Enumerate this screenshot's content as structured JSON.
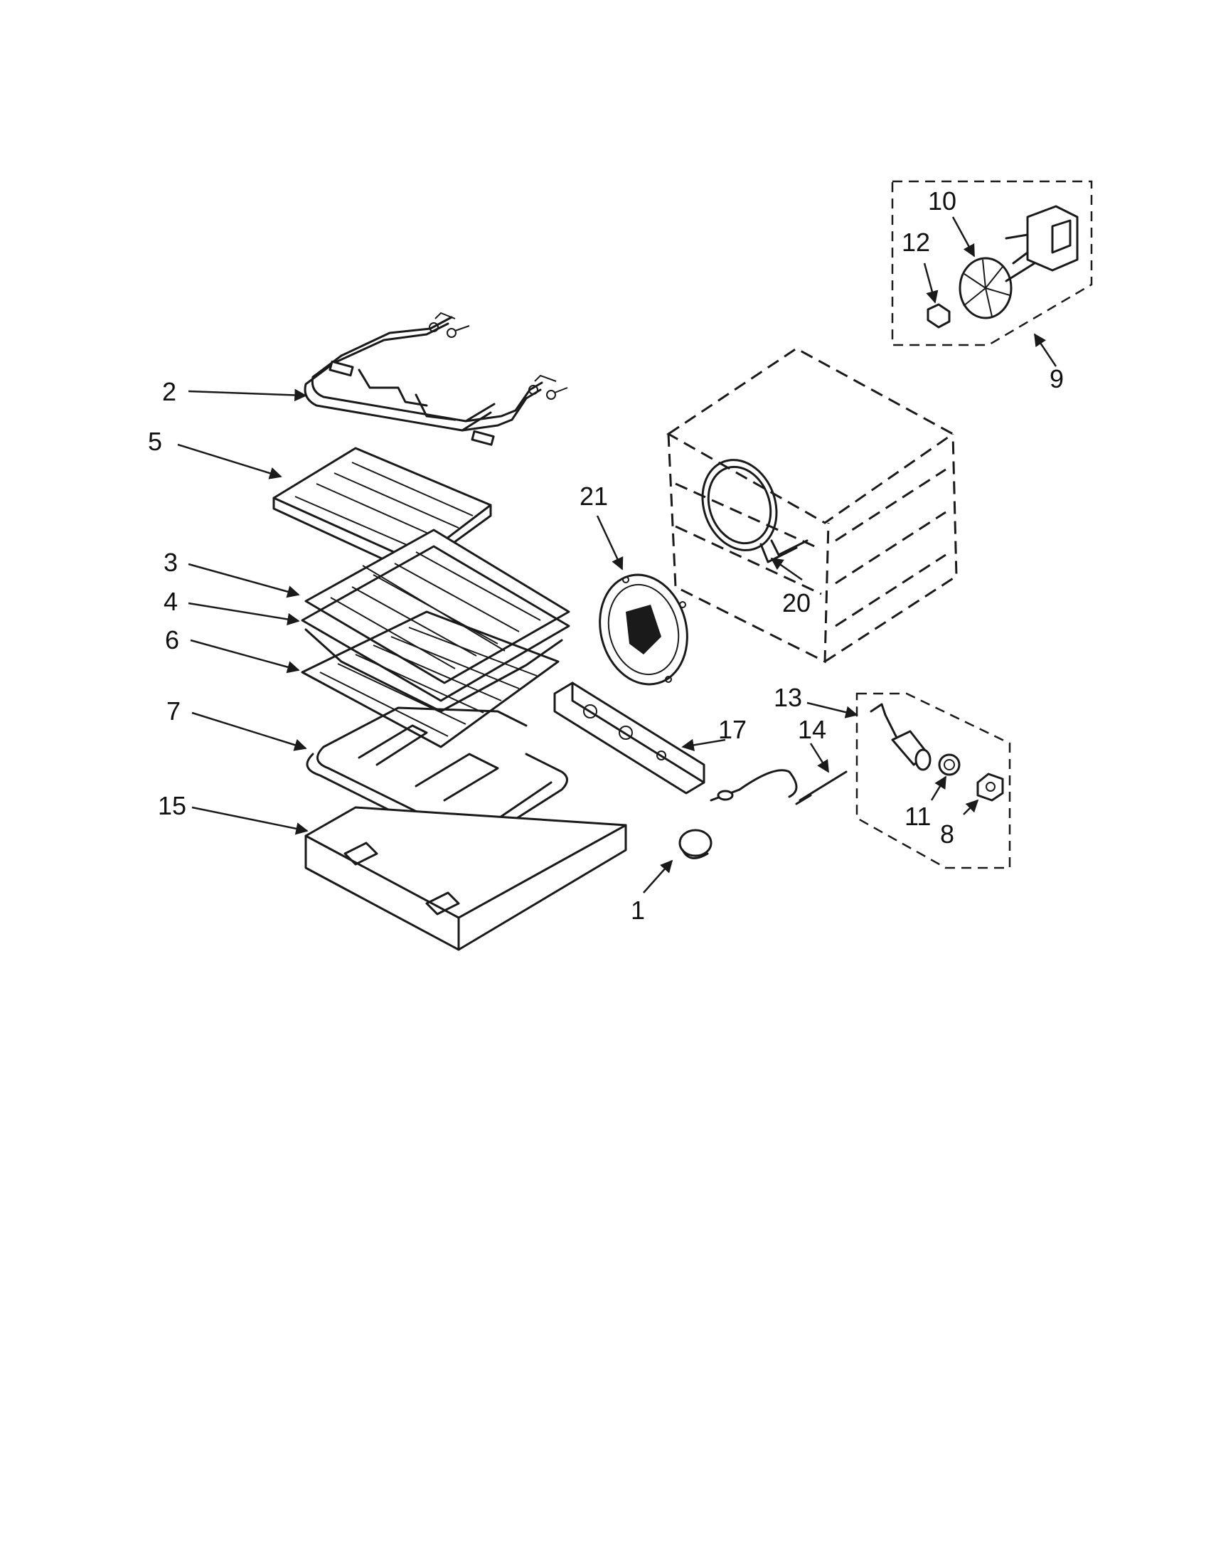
{
  "diagram": {
    "callouts": [
      {
        "key": "c2",
        "text": "2"
      },
      {
        "key": "c5",
        "text": "5"
      },
      {
        "key": "c3",
        "text": "3"
      },
      {
        "key": "c4",
        "text": "4"
      },
      {
        "key": "c6",
        "text": "6"
      },
      {
        "key": "c7",
        "text": "7"
      },
      {
        "key": "c15",
        "text": "15"
      },
      {
        "key": "c21",
        "text": "21"
      },
      {
        "key": "c20",
        "text": "20"
      },
      {
        "key": "c17",
        "text": "17"
      },
      {
        "key": "c1",
        "text": "1"
      },
      {
        "key": "c13",
        "text": "13"
      },
      {
        "key": "c14",
        "text": "14"
      },
      {
        "key": "c11",
        "text": "11"
      },
      {
        "key": "c8",
        "text": "8"
      },
      {
        "key": "c10",
        "text": "10"
      },
      {
        "key": "c12",
        "text": "12"
      },
      {
        "key": "c9",
        "text": "9"
      }
    ]
  }
}
